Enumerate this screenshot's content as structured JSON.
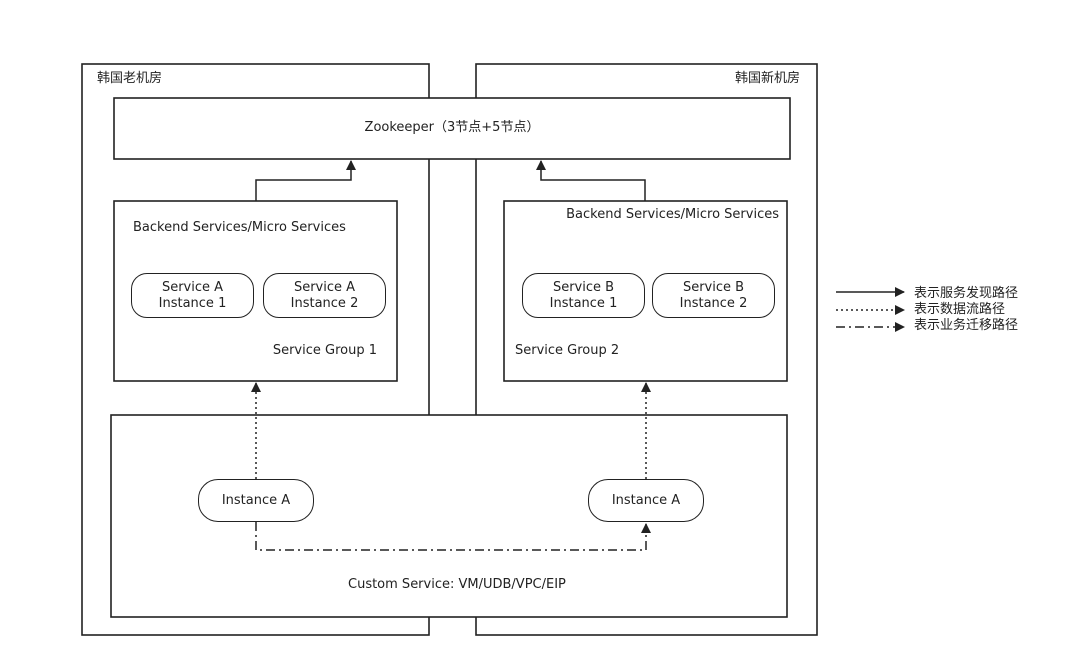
{
  "regions": {
    "old": {
      "label": "韩国老机房"
    },
    "new": {
      "label": "韩国新机房"
    }
  },
  "zookeeper": {
    "label": "Zookeeper（3节点+5节点）"
  },
  "group_1": {
    "header": "Backend Services/Micro Services",
    "footer": "Service Group 1",
    "instances": [
      {
        "line1": "Service A",
        "line2": "Instance 1"
      },
      {
        "line1": "Service A",
        "line2": "Instance 2"
      }
    ]
  },
  "group_2": {
    "header": "Backend Services/Micro Services",
    "footer": "Service Group 2",
    "instances": [
      {
        "line1": "Service B",
        "line2": "Instance 1"
      },
      {
        "line1": "Service B",
        "line2": "Instance 2"
      }
    ]
  },
  "custom_service": {
    "label": "Custom Service: VM/UDB/VPC/EIP",
    "instances": [
      {
        "label": "Instance A"
      },
      {
        "label": "Instance A"
      }
    ]
  },
  "legend": [
    {
      "style": "solid",
      "label": "表示服务发现路径"
    },
    {
      "style": "dotted",
      "label": "表示数据流路径"
    },
    {
      "style": "dash-dot",
      "label": "表示业务迁移路径"
    }
  ]
}
